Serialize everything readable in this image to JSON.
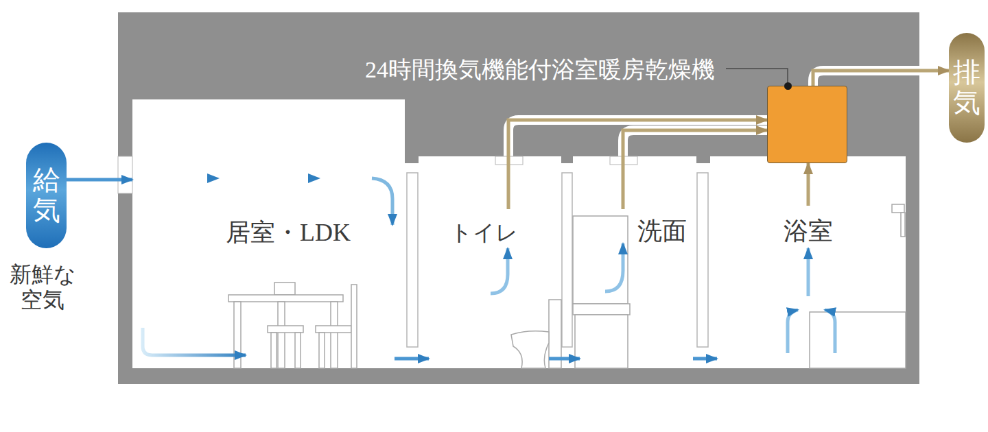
{
  "diagram": {
    "nodes": [
      {
        "text": [
          "給気"
        ]
      },
      {
        "text": [
          "居室・LDK"
        ]
      },
      {
        "text": [
          "トイレ"
        ]
      },
      {
        "text": [
          "洗面"
        ]
      },
      {
        "text": [
          "浴室"
        ]
      },
      {
        "text": [
          "24時間換気機能付浴室暖房乾燥機"
        ]
      },
      {
        "text": [
          "排気"
        ]
      }
    ],
    "edges": [
      {
        "from": 0,
        "to": 1,
        "arrow": "to"
      },
      {
        "from": 1,
        "to": 2,
        "arrow": "to"
      },
      {
        "from": 2,
        "to": 3,
        "arrow": "to"
      },
      {
        "from": 3,
        "to": 4,
        "arrow": "to"
      },
      {
        "from": 2,
        "to": 5,
        "arrow": "to"
      },
      {
        "from": 3,
        "to": 5,
        "arrow": "to"
      },
      {
        "from": 4,
        "to": 5,
        "arrow": "to"
      },
      {
        "from": 5,
        "to": 6,
        "arrow": "to"
      }
    ],
    "labels": [
      "新鮮な 空気"
    ]
  }
}
